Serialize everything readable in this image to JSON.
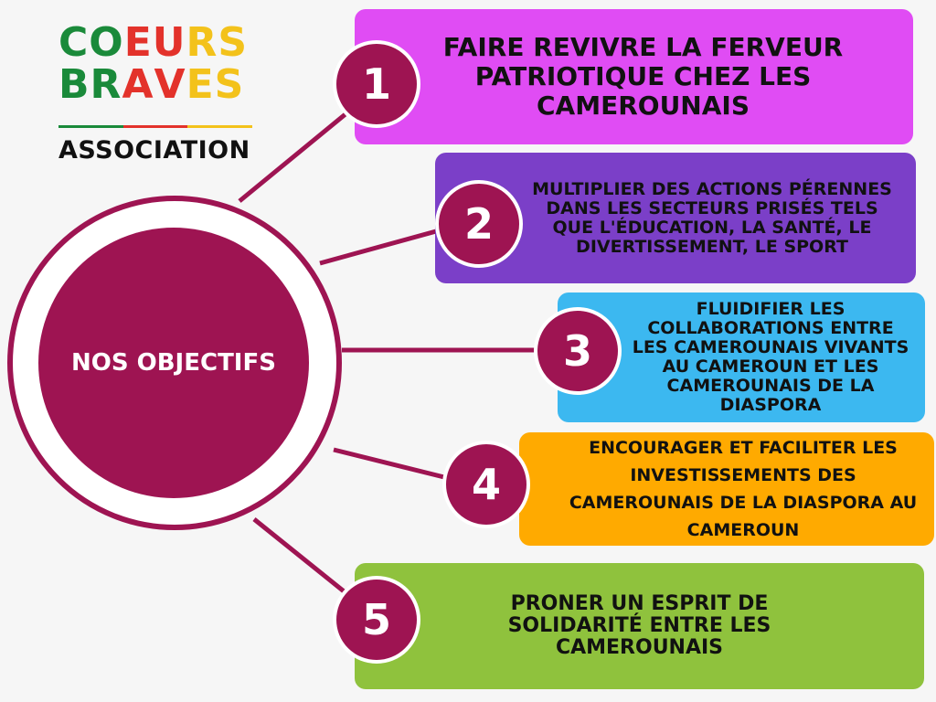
{
  "logo": {
    "word1": [
      {
        "ch": "C",
        "color": "#1a8a3a"
      },
      {
        "ch": "O",
        "color": "#1a8a3a"
      },
      {
        "ch": "E",
        "color": "#e3322b"
      },
      {
        "ch": "U",
        "color": "#e3322b"
      },
      {
        "ch": "R",
        "color": "#f3c21b"
      },
      {
        "ch": "S",
        "color": "#f3c21b"
      }
    ],
    "word2": [
      {
        "ch": "B",
        "color": "#1a8a3a"
      },
      {
        "ch": "R",
        "color": "#1a8a3a"
      },
      {
        "ch": "A",
        "color": "#e3322b"
      },
      {
        "ch": "V",
        "color": "#e3322b"
      },
      {
        "ch": "E",
        "color": "#f3c21b"
      },
      {
        "ch": "S",
        "color": "#f3c21b"
      }
    ],
    "bar_colors": [
      "#1a8a3a",
      "#e3322b",
      "#f3c21b"
    ],
    "subtitle": "ASSOCIATION"
  },
  "hub": {
    "label": "NOS OBJECTIFS",
    "color": "#9e1452"
  },
  "objectives": [
    {
      "number": "1",
      "text": "Faire revivre la ferveur patriotique chez les camerounais",
      "color": "#e04cf4"
    },
    {
      "number": "2",
      "text": "Multiplier des actions pérennes dans les secteurs prisés tels que l'éducation, la santé, le divertissement, le sport",
      "color": "#7b3fc8"
    },
    {
      "number": "3",
      "text": "Fluidifier les collaborations entre les camerounais vivants au Cameroun et les camerounais de la diaspora",
      "color": "#3cb8f0"
    },
    {
      "number": "4",
      "text": "Encourager et faciliter les investissements des camerounais de la diaspora au Cameroun",
      "color": "#ffaa00"
    },
    {
      "number": "5",
      "text": "Proner un esprit de solidarité entre les camerounais",
      "color": "#8fc23d"
    }
  ]
}
